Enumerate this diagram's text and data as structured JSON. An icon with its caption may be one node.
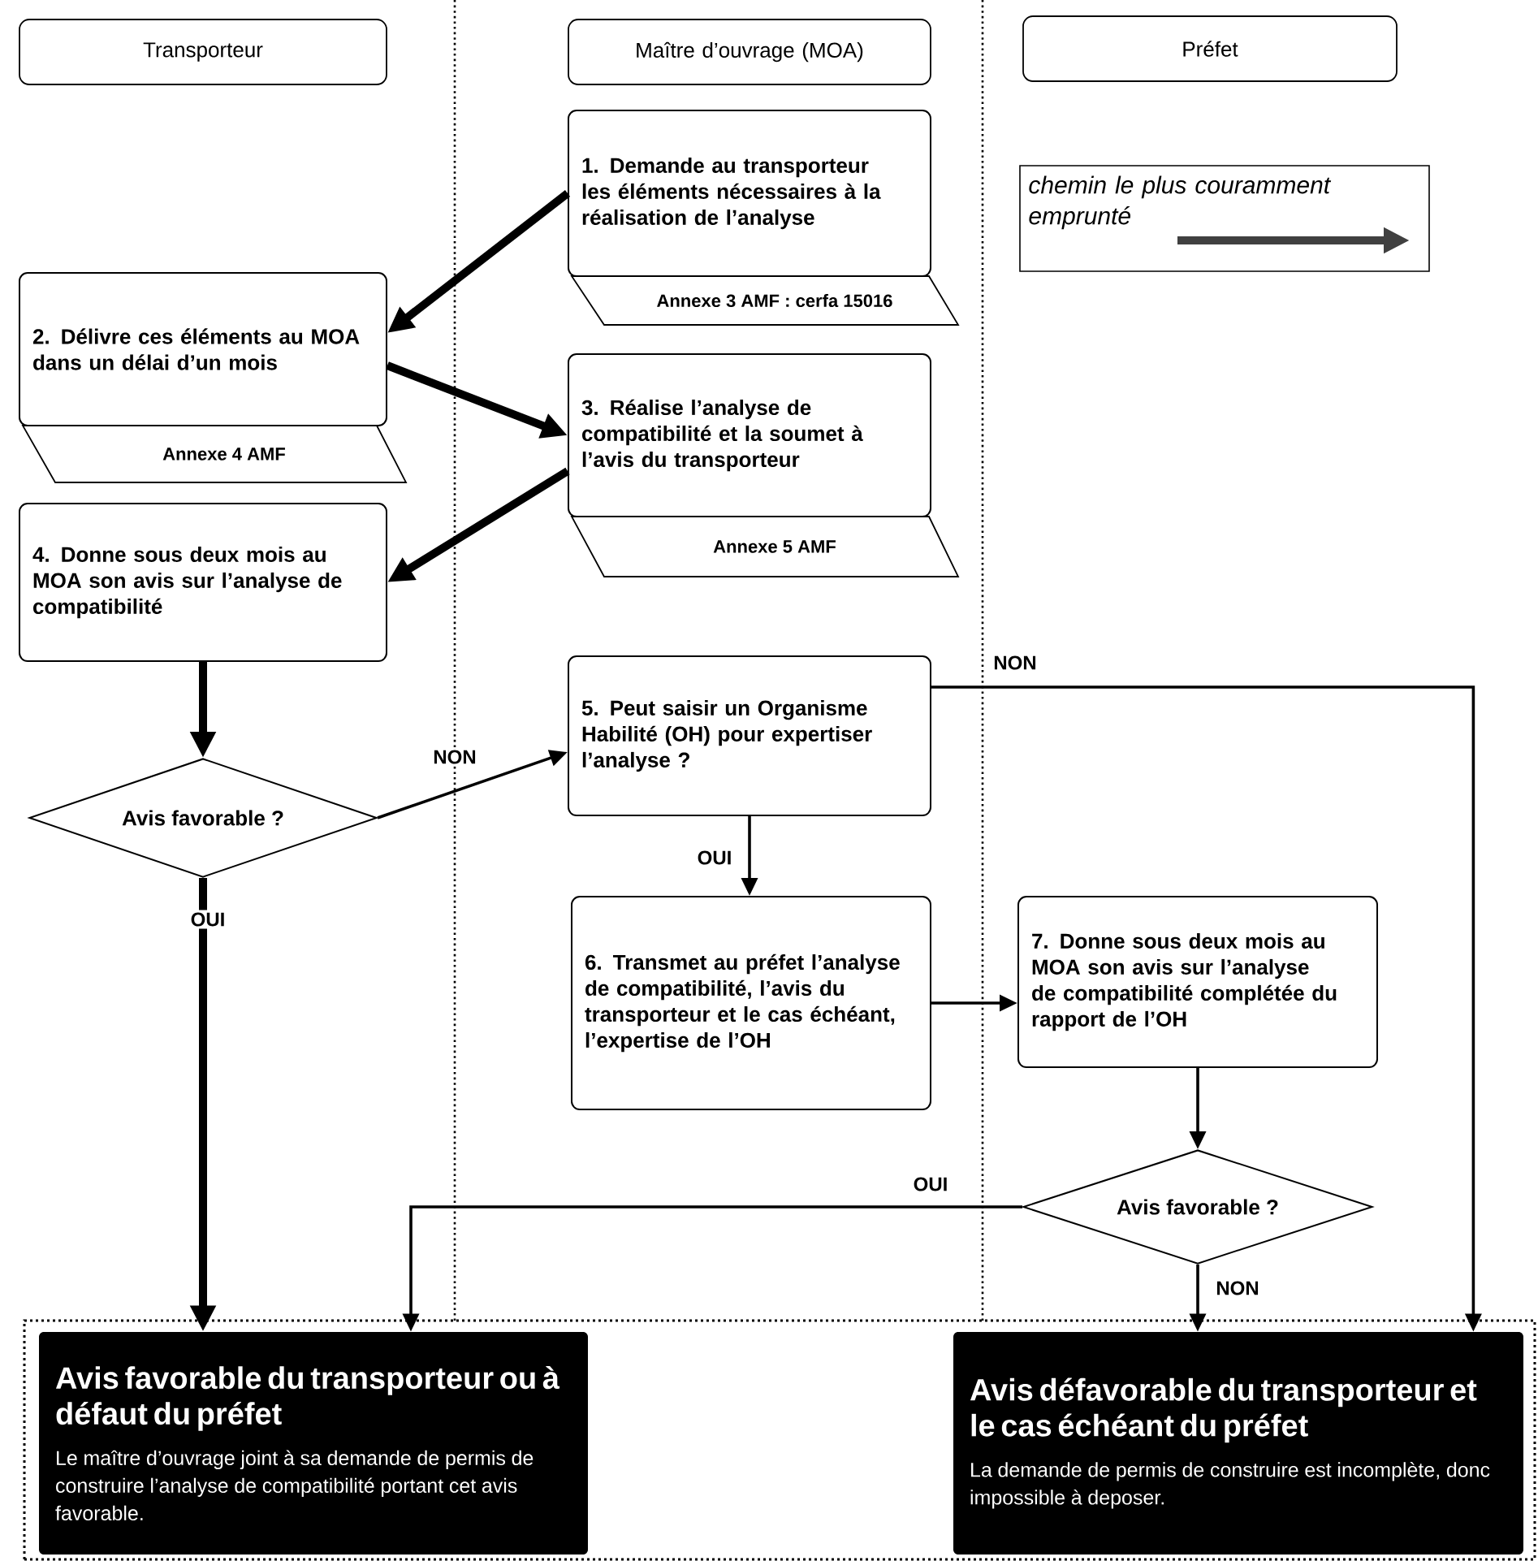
{
  "diagram": {
    "nodes": [
      {
        "text": [
          "Transporteur"
        ]
      },
      {
        "text": [
          "Maître d’ouvrage (MOA)"
        ]
      },
      {
        "text": [
          "Préfet"
        ]
      },
      {
        "text": [
          "1. Demande au transporteur les éléments nécessaires à la réalisation de l’analyse"
        ]
      },
      {
        "text": [
          "Annexe 3 AMF : cerfa 15016"
        ]
      },
      {
        "text": [
          "2. Délivre ces éléments au MOA dans un délai d’un mois"
        ]
      },
      {
        "text": [
          "Annexe 4 AMF"
        ]
      },
      {
        "text": [
          "3. Réalise l’analyse de compatibilité et la soumet à l’avis du transporteur"
        ]
      },
      {
        "text": [
          "Annexe 5 AMF"
        ]
      },
      {
        "text": [
          "4. Donne sous deux mois au MOA son avis sur l’analyse de compatibilité"
        ]
      },
      {
        "text": [
          "Avis favorable ?"
        ]
      },
      {
        "text": [
          "5. Peut saisir un Organisme Habilité (OH) pour expertiser l’analyse ?"
        ]
      },
      {
        "text": [
          "6. Transmet au préfet l’analyse de compatibilité, l’avis du transporteur et le cas échéant, l’expertise de l’OH"
        ]
      },
      {
        "text": [
          "7. Donne sous deux mois au MOA son avis sur l’analyse de compatibilité complétée du rapport de l’OH"
        ]
      },
      {
        "text": [
          "Avis favorable ?"
        ]
      },
      {
        "text": [],
        "shape": "box"
      },
      {
        "text": [
          "Avis favorable du transporteur ou à défaut du préfet",
          "Le maître d’ouvrage joint à sa demande de permis de construire l’analyse de compatibilité portant cet avis favorable."
        ],
        "in": 15
      },
      {
        "text": [
          "Avis défavorable du transporteur et le cas échéant du préfet",
          "La demande de permis de construire est incomplète, donc impossible à deposer."
        ],
        "in": 15
      }
    ],
    "edges": [
      {
        "from": 3,
        "to": 5,
        "arrow": "to",
        "style": "thick"
      },
      {
        "from": 5,
        "to": 7,
        "arrow": "to",
        "style": "thick"
      },
      {
        "from": 7,
        "to": 9,
        "arrow": "to",
        "style": "thick"
      },
      {
        "from": 9,
        "to": 10,
        "arrow": "to",
        "style": "thick"
      },
      {
        "from": 10,
        "to": 11,
        "arrow": "to",
        "label": "NON"
      },
      {
        "from": 10,
        "to": 16,
        "arrow": "to",
        "label": "OUI",
        "style": "thick"
      },
      {
        "from": 11,
        "to": 12,
        "arrow": "to",
        "label": "OUI"
      },
      {
        "from": 11,
        "to": 17,
        "arrow": "to",
        "label": "NON"
      },
      {
        "from": 12,
        "to": 13,
        "arrow": "to"
      },
      {
        "from": 13,
        "to": 14,
        "arrow": "to"
      },
      {
        "from": 14,
        "to": 16,
        "arrow": "to",
        "label": "OUI"
      },
      {
        "from": 14,
        "to": 17,
        "arrow": "to",
        "label": "NON"
      }
    ],
    "legend": [
      {
        "text": "chemin le plus couramment emprunté"
      }
    ]
  }
}
